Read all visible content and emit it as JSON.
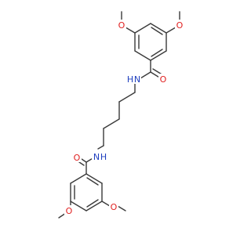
{
  "molecule": {
    "atoms": {
      "o_top_left": "O",
      "o_top_right": "O",
      "o_top_carbonyl": "O",
      "n_top": "N",
      "h_top": "H",
      "n_bottom": "N",
      "h_bottom": "H",
      "o_bottom_carbonyl": "O",
      "o_bottom_left": "O",
      "o_bottom_right": "O"
    }
  },
  "colors": {
    "bond": "#3a3a3a",
    "oxygen": "#e02020",
    "nitrogen": "#1f3fbf"
  }
}
